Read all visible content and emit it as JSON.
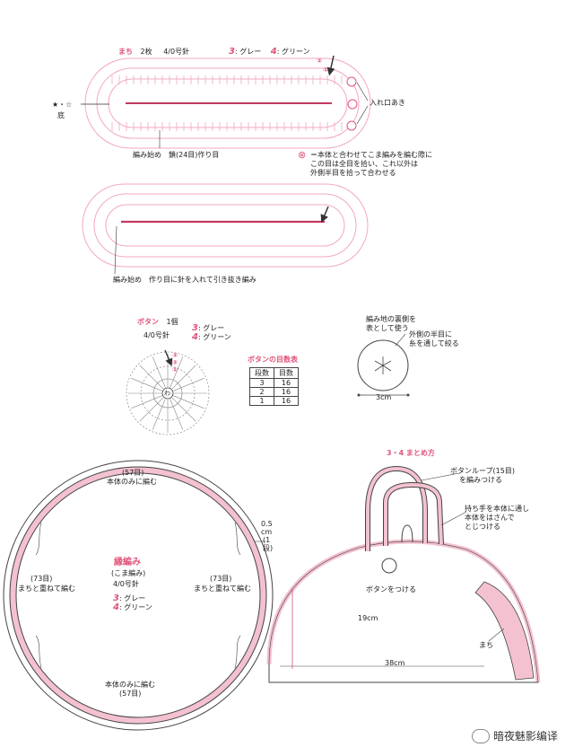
{
  "gusset": {
    "title": "まち",
    "count": "2枚",
    "needle": "4/0号針",
    "color3_num": "3",
    "color3_name": ": グレー",
    "color4_num": "4",
    "color4_name": ": グリーン",
    "base_mark": "★・☆",
    "base_label": "底",
    "opening_label": "入れ口あき",
    "start_note": "編み始め　鎖(24目)作り目",
    "note_symbol": "⊗",
    "note_line1": "＝本体と合わせてこま編みを編む際に",
    "note_line2": "この目は全目を拾い、これ以外は",
    "note_line3": "外側半目を拾って合わせる",
    "start_note2": "編み始め　作り目に針を入れて引き抜き編み",
    "num1": "①",
    "num2": "②"
  },
  "button": {
    "title": "ボタン",
    "count": "1個",
    "needle": "4/0号針",
    "color3_num": "3",
    "color3_name": ": グレー",
    "color4_num": "4",
    "color4_name": ": グリーン",
    "center_mark": "わ",
    "num1": "①",
    "num2": "②",
    "num3": "③",
    "table_title": "ボタンの目数表",
    "table_headers": [
      "段数",
      "目数"
    ],
    "table_rows": [
      [
        "3",
        "16"
      ],
      [
        "2",
        "16"
      ],
      [
        "1",
        "16"
      ]
    ],
    "back_note_l1": "編み地の裏側を",
    "back_note_l2": "表として使う",
    "thread_note_l1": "外側の半目に",
    "thread_note_l2": "糸を通して絞る",
    "diameter": "3cm"
  },
  "edging": {
    "top_count": "(57目)",
    "top_label": "本体のみに編む",
    "title": "縁編み",
    "subtitle": "(こま編み)",
    "needle": "4/0号針",
    "color3_num": "3",
    "color3_name": ": グレー",
    "color4_num": "4",
    "color4_name": ": グリーン",
    "left_count": "(73目)",
    "left_label": "まちと重ねて編む",
    "right_count": "(73目)",
    "right_label": "まちと重ねて編む",
    "bottom_label": "本体のみに編む",
    "bottom_count": "(57目)",
    "width_l1": "0.5",
    "width_l2": "cm",
    "width_l3": "(1",
    "width_l4": "段)"
  },
  "assembly": {
    "title": "3・4 まとめ方",
    "loop_l1": "ボタンループ(15目)",
    "loop_l2": "を編みつける",
    "handle_l1": "持ち手を本体に通し",
    "handle_l2": "本体をはさんで",
    "handle_l3": "とじつける",
    "button_label": "ボタンをつける",
    "height": "19cm",
    "width": "38cm",
    "gusset_label": "まち"
  },
  "watermark": "暗夜魅影编译",
  "colors": {
    "pink": "#e0557a",
    "lightpink": "#f3c1cf",
    "line": "#555555"
  }
}
